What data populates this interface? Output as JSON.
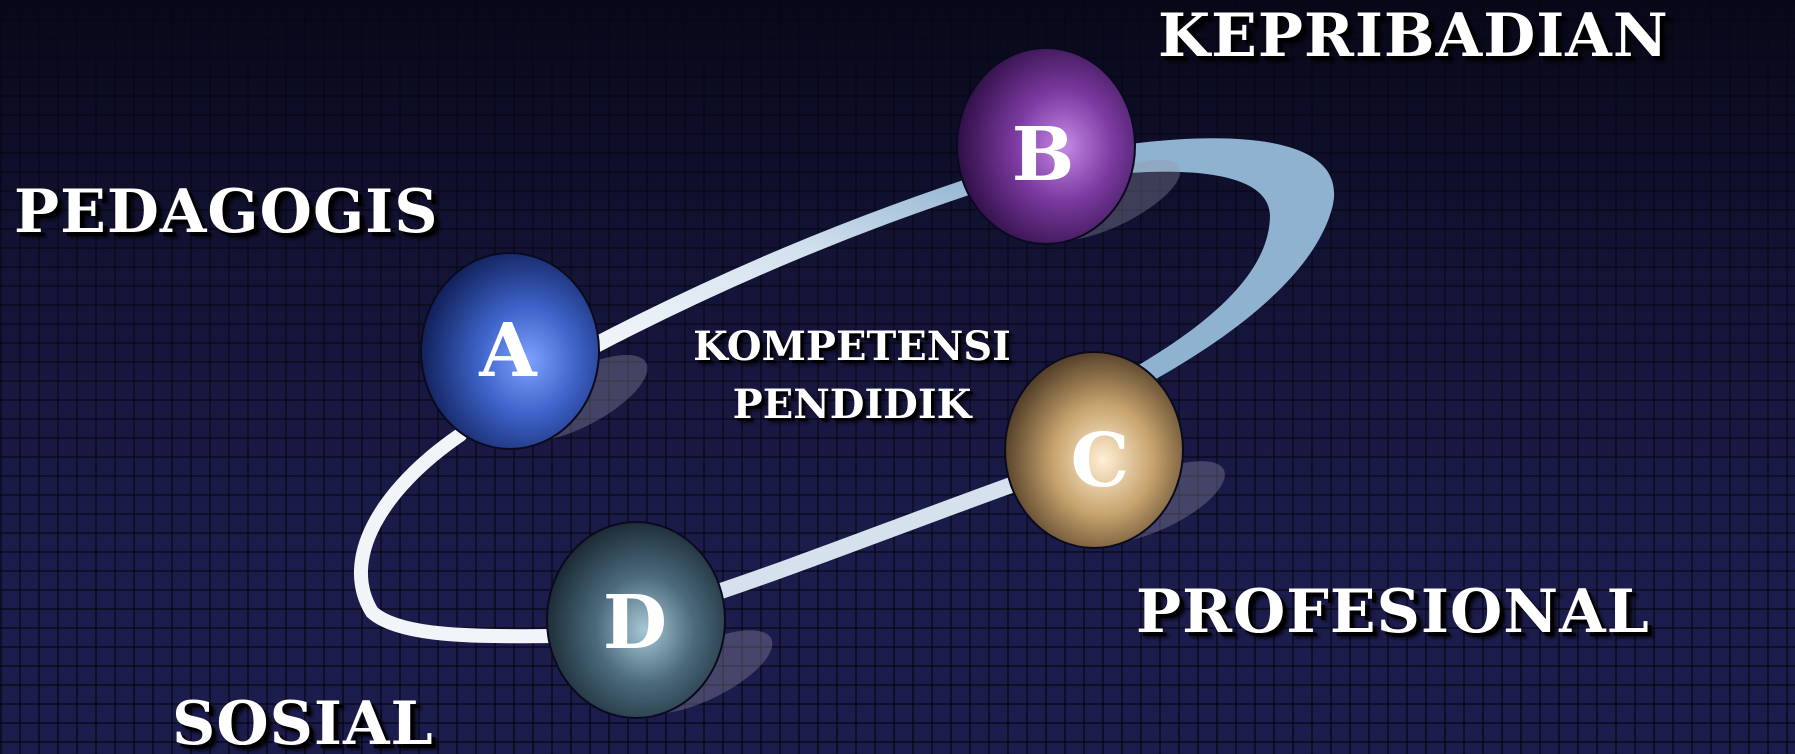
{
  "center_title": {
    "line1": "KOMPETENSI",
    "line2": "PENDIDIK"
  },
  "nodes": [
    {
      "letter": "A",
      "label": "PEDAGOGIS",
      "color": "#3a5fc0"
    },
    {
      "letter": "B",
      "label": "KEPRIBADIAN",
      "color": "#7a3a9e"
    },
    {
      "letter": "C",
      "label": "PROFESIONAL",
      "color": "#c8a46e"
    },
    {
      "letter": "D",
      "label": "SOSIAL",
      "color": "#4a6a7c"
    }
  ],
  "ring_color": "#b8cfe3",
  "background_color": "#1c1c4c"
}
